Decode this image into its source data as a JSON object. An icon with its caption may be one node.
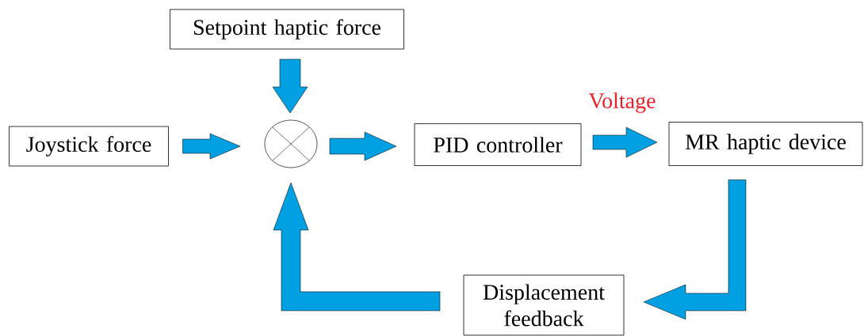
{
  "diagram": {
    "nodes": [
      {
        "text": [
          "Setpoint haptic force"
        ]
      },
      {
        "text": [
          "Joystick force"
        ]
      },
      {
        "text": [],
        "shape": "circle"
      },
      {
        "text": [
          "PID controller"
        ]
      },
      {
        "text": [
          "MR haptic device"
        ]
      },
      {
        "text": [
          "Displacement feedback"
        ]
      }
    ],
    "edges": [
      {
        "from": 0,
        "to": 2,
        "arrow": "to"
      },
      {
        "from": 1,
        "to": 2,
        "arrow": "to"
      },
      {
        "from": 2,
        "to": 3,
        "arrow": "to"
      },
      {
        "from": 3,
        "to": 4,
        "arrow": "to",
        "label": "Voltage"
      },
      {
        "from": 4,
        "to": 5,
        "arrow": "to"
      },
      {
        "from": 5,
        "to": 2,
        "arrow": "to"
      }
    ]
  }
}
